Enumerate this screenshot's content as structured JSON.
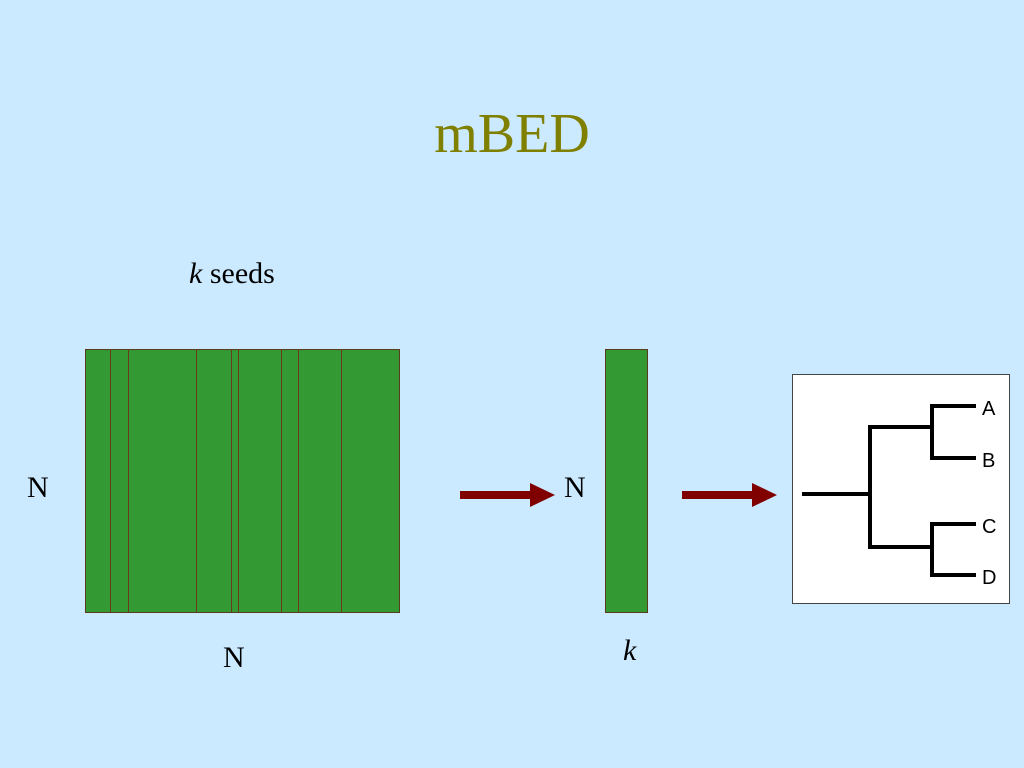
{
  "slide": {
    "title": "mBED"
  },
  "labels": {
    "seeds_k": "k",
    "seeds_word": " seeds",
    "n_left": "N",
    "n_bottom": "N",
    "n_mid": "N",
    "k_bottom": "k"
  },
  "tree": {
    "leaves": [
      "A",
      "B",
      "C",
      "D"
    ]
  },
  "colors": {
    "background": "#cceaff",
    "title": "#808000",
    "matrix_fill": "#339933",
    "matrix_lines": "#6b3a1a",
    "arrow": "#800000"
  }
}
